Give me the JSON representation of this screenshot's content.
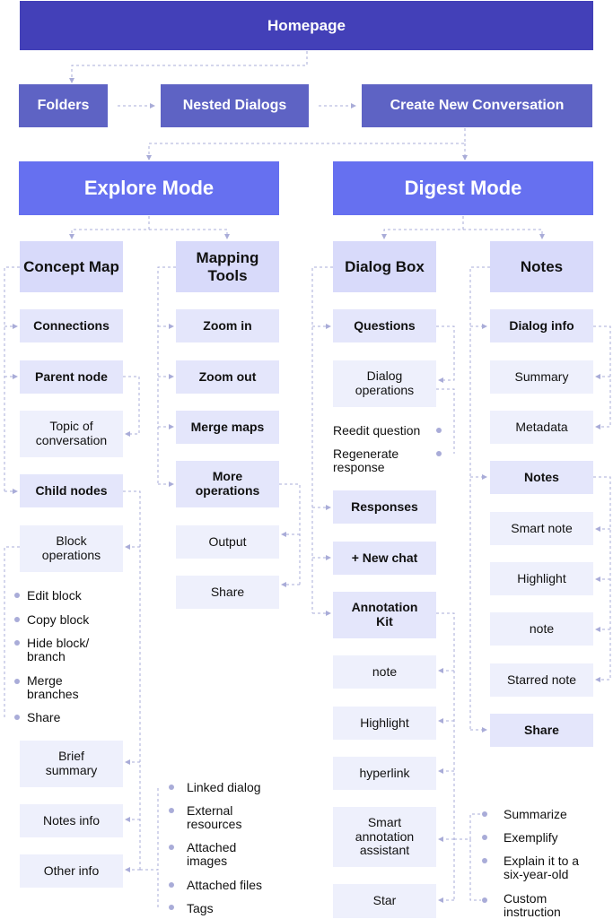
{
  "top": {
    "homepage": "Homepage"
  },
  "row": {
    "folders": "Folders",
    "nested_dialogs": "Nested Dialogs",
    "create_new_conversation": "Create New Conversation"
  },
  "modes": {
    "explore": "Explore Mode",
    "digest": "Digest Mode"
  },
  "concept_map": {
    "title": "Concept Map",
    "connections": "Connections",
    "parent_node": "Parent node",
    "topic_of_conversation": "Topic of conversation",
    "child_nodes": "Child nodes",
    "block_operations": "Block operations",
    "block_ops": [
      "Edit block",
      "Copy block",
      "Hide block/ branch",
      "Merge branches",
      "Share"
    ],
    "brief_summary": "Brief summary",
    "notes_info": "Notes info",
    "other_info": "Other info",
    "other_info_items": [
      "Linked dialog",
      "External resources",
      "Attached images",
      "Attached files",
      "Tags"
    ]
  },
  "mapping_tools": {
    "title": "Mapping Tools",
    "zoom_in": "Zoom in",
    "zoom_out": "Zoom out",
    "merge_maps": "Merge maps",
    "more_operations": "More operations",
    "output": "Output",
    "share": "Share"
  },
  "dialog_box": {
    "title": "Dialog Box",
    "questions": "Questions",
    "dialog_operations": "Dialog operations",
    "dialog_ops": [
      "Reedit question",
      "Regenerate response"
    ],
    "responses": "Responses",
    "new_chat": "+ New chat",
    "annotation_kit": "Annotation Kit",
    "note": "note",
    "highlight": "Highlight",
    "hyperlink": "hyperlink",
    "smart_annotation_assistant": "Smart annotation assistant",
    "assistant_items": [
      "Summarize",
      "Exemplify",
      "Explain it to a six-year-old",
      "Custom instruction"
    ],
    "star": "Star"
  },
  "notes": {
    "title": "Notes",
    "dialog_info": "Dialog info",
    "summary": "Summary",
    "metadata": "Metadata",
    "notes": "Notes",
    "smart_note": "Smart note",
    "highlight": "Highlight",
    "note": "note",
    "starred_note": "Starred note",
    "share": "Share"
  },
  "colors": {
    "primary": "#4340b8",
    "row": "#5e63c4",
    "mode": "#6670f0",
    "header": "#d8dafa",
    "sub": "#e4e6fb",
    "plain": "#eef0fc",
    "connector": "#a9acd8"
  }
}
